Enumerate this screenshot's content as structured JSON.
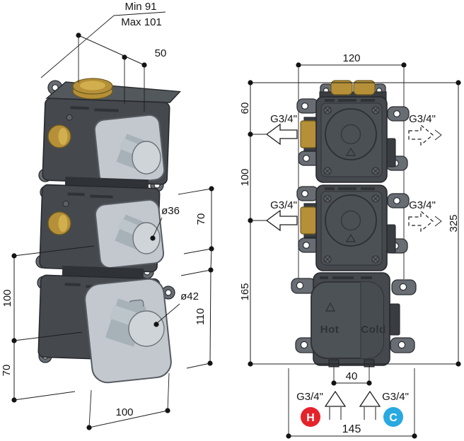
{
  "colors": {
    "hot": "#e5232b",
    "cold": "#29a9e1",
    "brass": "#b59038",
    "body": "#45494e",
    "line": "#1c1c1c"
  },
  "left_view": {
    "dims": {
      "min_depth": "Min 91",
      "max_depth": "Max 101",
      "cap_offset": "50",
      "knob_diameter": "ø36",
      "knob_spacing": "70",
      "module_spacing": "100",
      "bottom_offset": "70",
      "plate_knob_diameter": "ø42",
      "plate_height": "110",
      "plate_width": "100"
    }
  },
  "right_view": {
    "dims": {
      "body_width": "120",
      "top_span": "60",
      "mid_span": "100",
      "bottom_span": "165",
      "total_height": "325",
      "inlet_spacing": "40",
      "overall_width": "145"
    },
    "ports": {
      "top_left": "G3/4\"",
      "top_right": "G3/4\"",
      "mid_left": "G3/4\"",
      "mid_right": "G3/4\"",
      "bottom_left": "G3/4\"",
      "bottom_right": "G3/4\""
    },
    "labels": {
      "hot": "Hot",
      "cold": "Cold",
      "hot_short": "H",
      "cold_short": "C"
    }
  }
}
